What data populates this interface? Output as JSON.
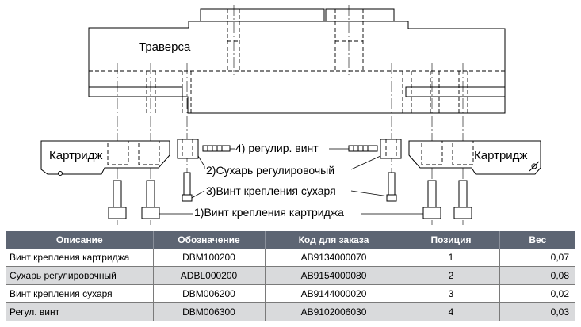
{
  "drawing": {
    "traverse_label": "Траверса",
    "cartridge_left_label": "Картридж",
    "cartridge_right_label": "Картридж",
    "callouts": [
      "4) регулир. винт",
      "2)Сухарь регулировочый",
      "3)Винт крепления сухаря",
      "1)Винт крепления картриджа"
    ]
  },
  "table": {
    "headers": [
      "Описание",
      "Обозначение",
      "Код для заказа",
      "Позиция",
      "Вес"
    ],
    "rows": [
      [
        "Винт крепления картриджа",
        "DBM100200",
        "AB9134000070",
        "1",
        "0,07"
      ],
      [
        "Сухарь регулировочный",
        "ADBL000200",
        "AB9154000080",
        "2",
        "0,08"
      ],
      [
        "Винт крепления сухаря",
        "DBM006200",
        "AB9144000020",
        "3",
        "0,02"
      ],
      [
        "Регул. винт",
        "DBM006300",
        "AB9102006030",
        "4",
        "0,03"
      ]
    ],
    "header_color": "#5d6573",
    "alt_row_color": "#d9dadc"
  }
}
